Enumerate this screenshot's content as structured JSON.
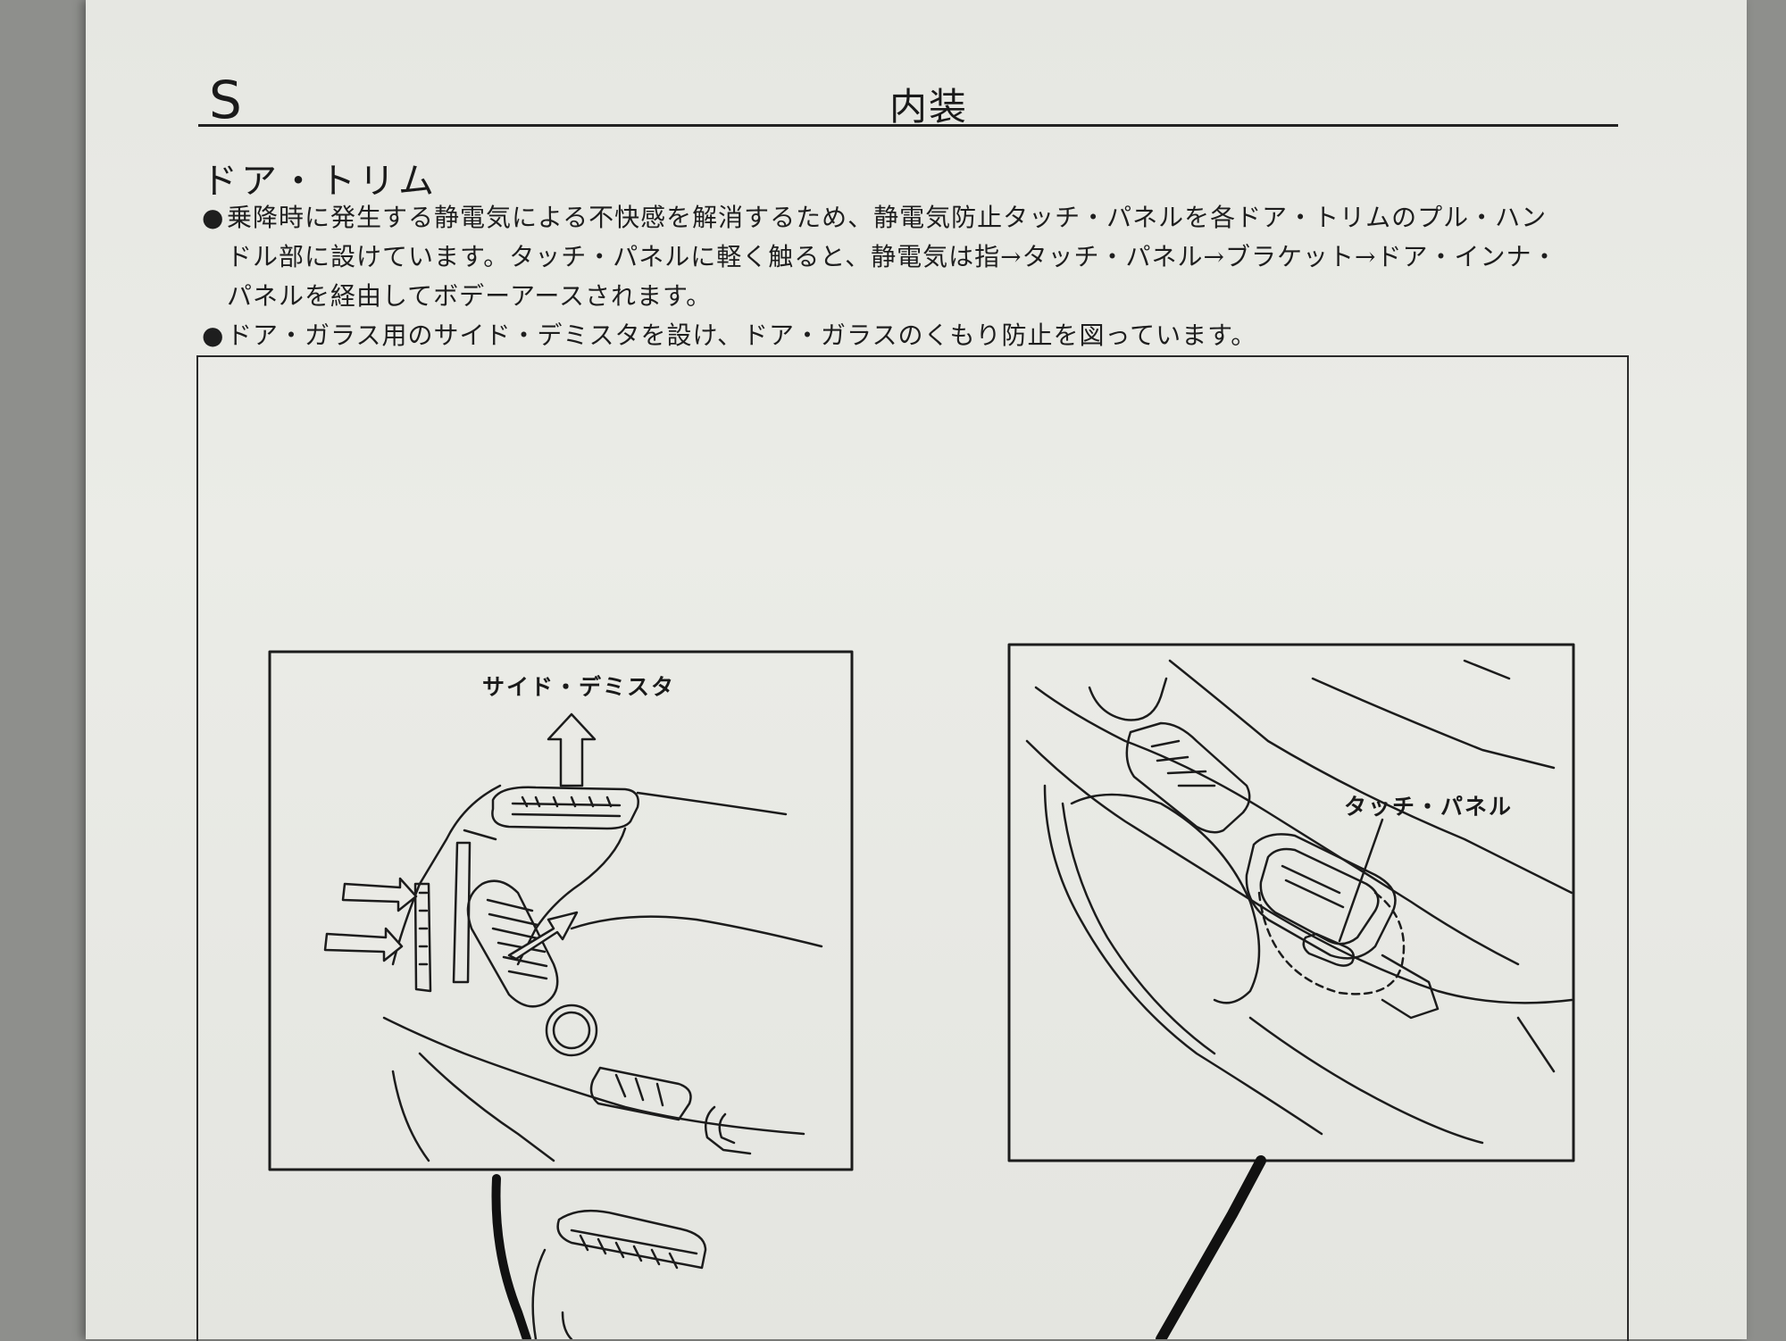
{
  "header": {
    "section_letter": "S",
    "title": "内装"
  },
  "section": {
    "title": "ドア・トリム"
  },
  "paragraphs": {
    "p1_line1": "乗降時に発生する静電気による不快感を解消するため、静電気防止タッチ・パネルを各ドア・トリムのプル・ハン",
    "p1_line2": "ドル部に設けています。タッチ・パネルに軽く触ると、静電気は指→タッチ・パネル→ブラケット→ドア・インナ・",
    "p1_line3": "パネルを経由してボデーアースされます。",
    "p2_line1": "ドア・ガラス用のサイド・デミスタを設け、ドア・ガラスのくもり防止を図っています。",
    "bullet": "●"
  },
  "figure": {
    "label_side_demister": "サイド・デミスタ",
    "label_touch_panel": "タッチ・パネル"
  }
}
